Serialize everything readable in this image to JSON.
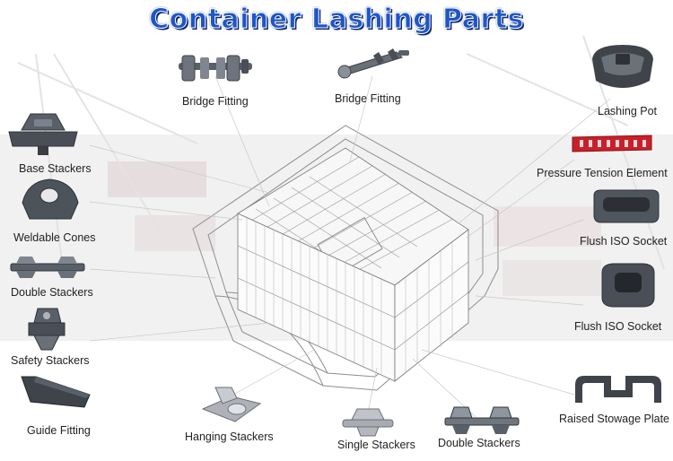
{
  "title": "Container Lashing Parts",
  "parts": {
    "bridge_fitting_1": "Bridge Fitting",
    "bridge_fitting_2": "Bridge Fitting",
    "lashing_pot": "Lashing Pot",
    "base_stackers": "Base Stackers",
    "pressure_tension_element": "Pressure Tension Element",
    "weldable_cones": "Weldable Cones",
    "flush_iso_socket_1": "Flush ISO Socket",
    "double_stackers_1": "Double Stackers",
    "flush_iso_socket_2": "Flush ISO Socket",
    "safety_stackers": "Safety Stackers",
    "guide_fitting": "Guide Fitting",
    "raised_stowage_plate": "Raised Stowage Plate",
    "hanging_stackers": "Hanging Stackers",
    "single_stackers": "Single Stackers",
    "double_stackers_2": "Double Stackers"
  },
  "colors": {
    "title": "#1e56c8",
    "metal": "#4a4f57",
    "pressure_element": "#c8202a"
  }
}
